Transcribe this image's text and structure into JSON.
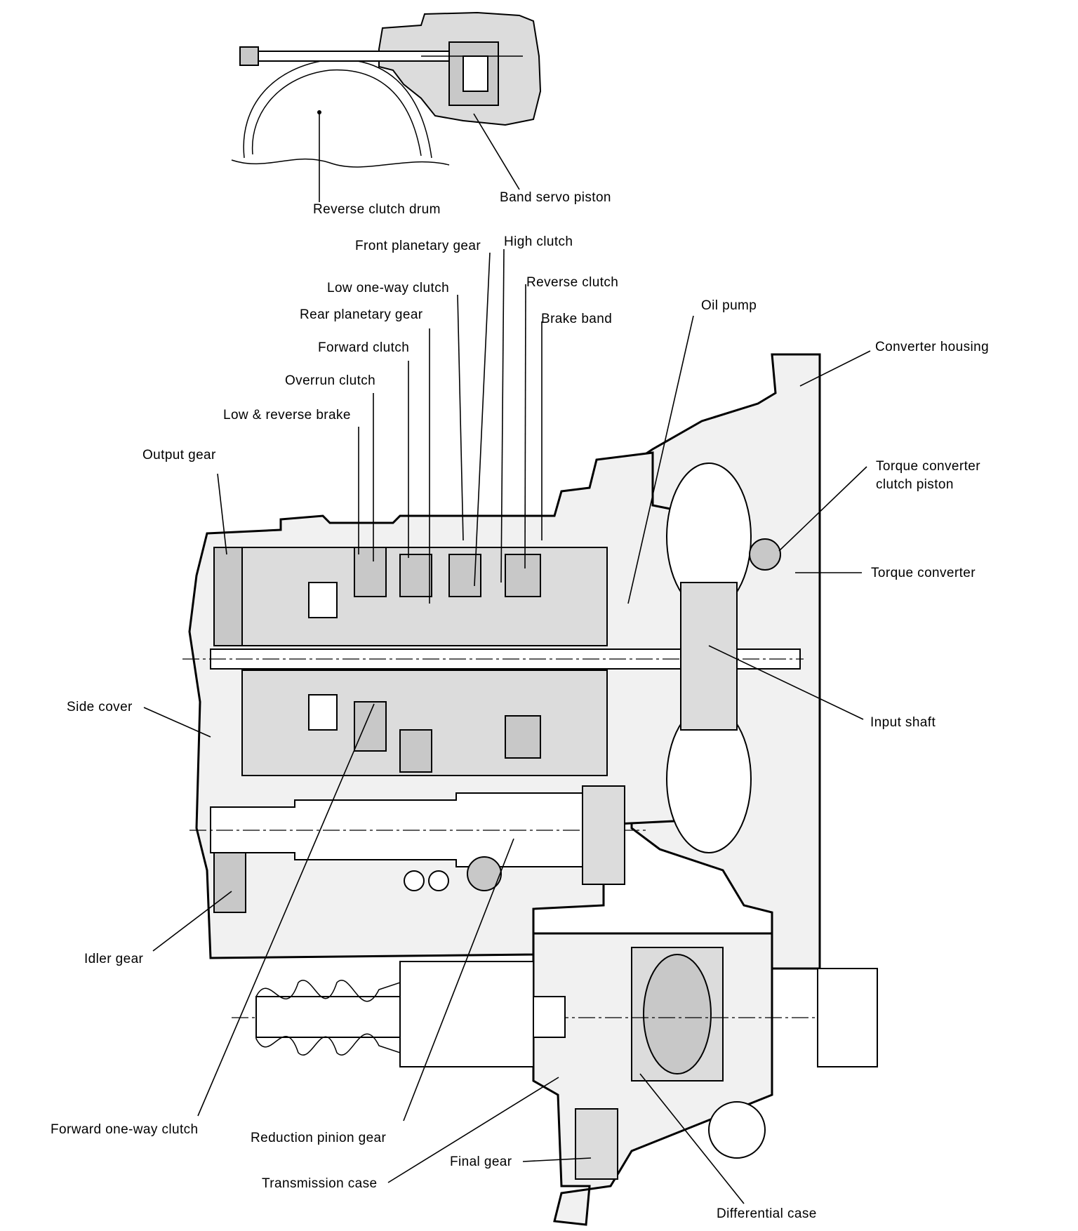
{
  "labels": {
    "reverse_clutch_drum": "Reverse clutch drum",
    "band_servo_piston": "Band servo piston",
    "front_planetary_gear": "Front planetary gear",
    "high_clutch": "High clutch",
    "low_one_way_clutch": "Low one-way clutch",
    "reverse_clutch": "Reverse clutch",
    "rear_planetary_gear": "Rear planetary gear",
    "brake_band": "Brake band",
    "oil_pump": "Oil pump",
    "forward_clutch": "Forward clutch",
    "converter_housing": "Converter housing",
    "overrun_clutch": "Overrun clutch",
    "low_reverse_brake": "Low & reverse brake",
    "output_gear": "Output gear",
    "torque_converter_clutch_piston_1": "Torque converter",
    "torque_converter_clutch_piston_2": "clutch piston",
    "torque_converter": "Torque converter",
    "side_cover": "Side cover",
    "input_shaft": "Input shaft",
    "idler_gear": "Idler gear",
    "forward_one_way_clutch": "Forward one-way clutch",
    "reduction_pinion_gear": "Reduction pinion gear",
    "final_gear": "Final gear",
    "transmission_case": "Transmission case",
    "differential_case": "Differential case"
  }
}
